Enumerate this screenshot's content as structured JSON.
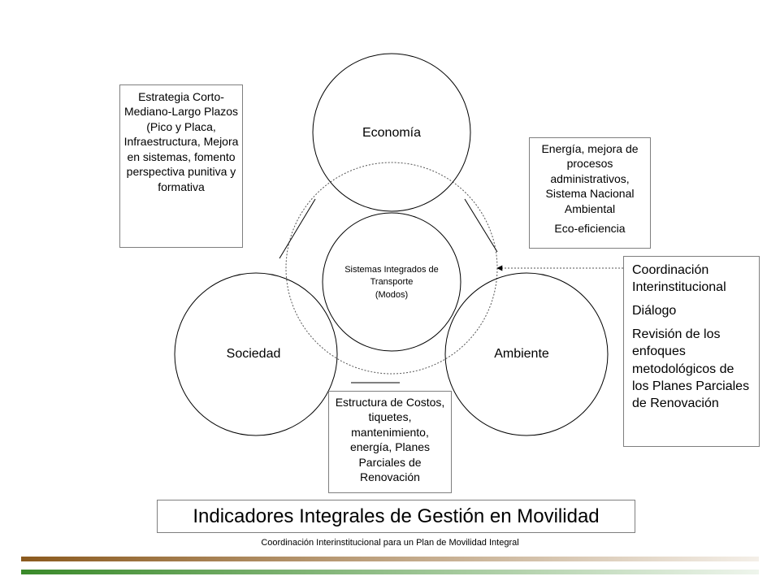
{
  "circles": {
    "economia": "Economía",
    "sociedad": "Sociedad",
    "ambiente": "Ambiente"
  },
  "center": {
    "line1": "Sistemas Integrados de",
    "line2": "Transporte",
    "line3": "(Modos)"
  },
  "boxes": {
    "estrategia": "Estrategia Corto-Mediano-Largo Plazos (Pico y Placa, Infraestructura, Mejora en sistemas, fomento perspectiva punitiva y formativa",
    "energia": "Energía, mejora de procesos administrativos, Sistema Nacional Ambiental",
    "ecoeficiencia": "Eco-eficiencia",
    "estructura": "Estructura de Costos, tiquetes, mantenimiento, energía, Planes Parciales de Renovación",
    "coordinacion": "Coordinación Interinstitucional",
    "dialogo": "Diálogo",
    "revision": "Revisión de los enfoques metodológicos de los Planes Parciales de Renovación"
  },
  "title": "Indicadores Integrales de Gestión en Movilidad",
  "footer": "Coordinación Interinstitucional para un Plan de Movilidad Integral",
  "colors": {
    "bar_brown": "#8b5a1e",
    "bar_green": "#3a8a2a",
    "border": "#7f7f7f"
  }
}
